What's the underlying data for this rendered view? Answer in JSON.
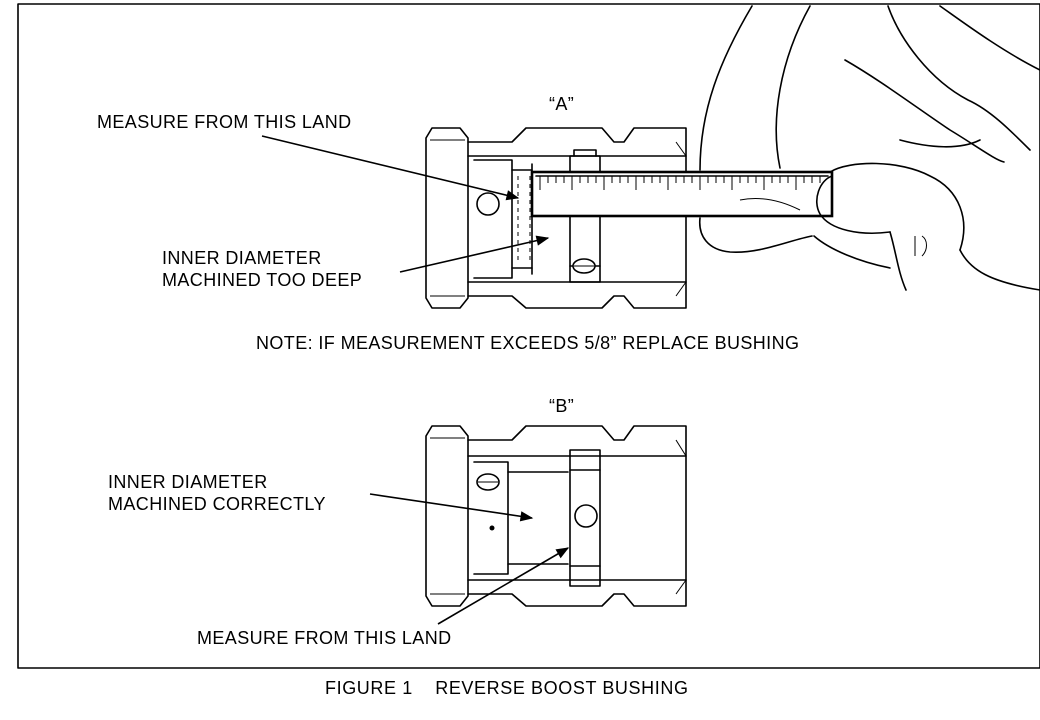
{
  "figure": {
    "caption": "FIGURE 1    REVERSE BOOST BUSHING",
    "view_a": {
      "label": "“A”",
      "callout_land": "MEASURE FROM THIS LAND",
      "callout_inner_line1": "INNER DIAMETER",
      "callout_inner_line2": "MACHINED TOO DEEP",
      "note": "NOTE: IF MEASUREMENT EXCEEDS 5/8” REPLACE BUSHING"
    },
    "view_b": {
      "label": "“B”",
      "callout_inner_line1": "INNER DIAMETER",
      "callout_inner_line2": "MACHINED CORRECTLY",
      "callout_land": "MEASURE FROM THIS LAND"
    }
  }
}
